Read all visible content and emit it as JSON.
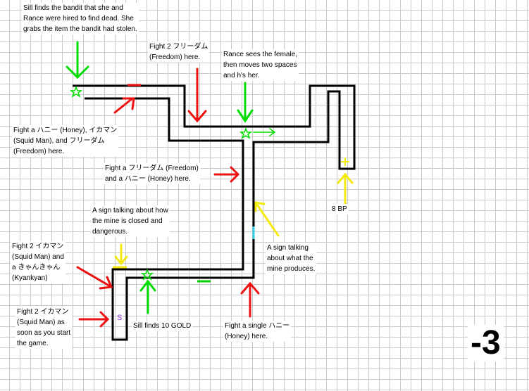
{
  "notes": {
    "bandit": [
      "Sill finds the bandit that she and",
      "Rance were hired to find dead. She",
      "grabs the item the bandit had stolen."
    ],
    "fight2_freedom": [
      "Fight 2 フリーダム",
      "(Freedom) here."
    ],
    "rance_female": [
      "Rance sees the female,",
      "then moves two spaces",
      "and h's her."
    ],
    "fight_honey_squid": [
      "Fight a ハニー (Honey), イカマン",
      "(Squid Man), and フリーダム",
      "(Freedom) here."
    ],
    "fight_freedom_honey": [
      "Fight a フリーダム (Freedom)",
      "and a ハニー (Honey) here."
    ],
    "bp": "8 BP",
    "sign_closed": [
      "A sign talking about how",
      "the mine is closed and",
      "dangerous."
    ],
    "sign_produces": [
      "A sign talking",
      "about what the",
      "mine produces."
    ],
    "fight2_squid_kyan": [
      "Fight 2 イカマン",
      "(Squid Man) and",
      "a きゃんきゃん",
      "(Kyankyan)"
    ],
    "fight2_squid_start": [
      "Fight 2 イカマン",
      "(Squid Man) as",
      "soon as you start",
      "the game."
    ],
    "gold": "Sill finds 10 GOLD",
    "single_honey": [
      "Fight a single ハニー",
      "(Honey) here."
    ]
  },
  "start_marker": "S",
  "floor_label": "-3",
  "colors": {
    "wall": "#000000",
    "red_arrow": "#ee1111",
    "green_arrow": "#00dd00",
    "yellow_arrow": "#f5ea10",
    "cyan_mark": "#33ccdd",
    "purple_text": "#9933cc",
    "grid": "#c9c9c9"
  }
}
